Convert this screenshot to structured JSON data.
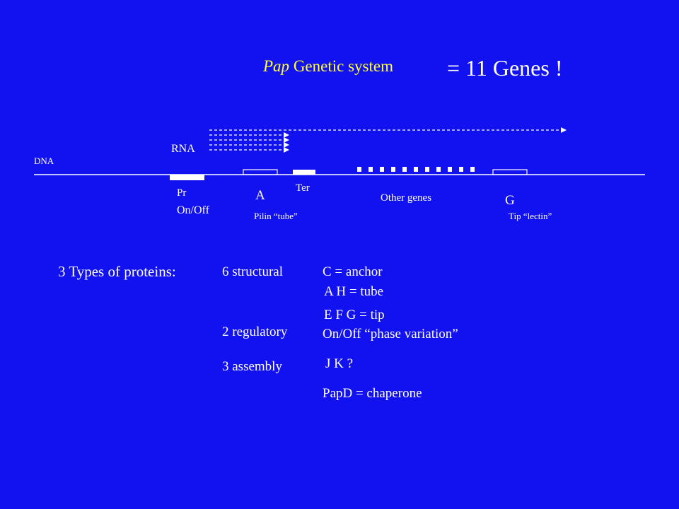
{
  "title": {
    "italic": "Pap",
    "rest": " Genetic system",
    "count": "= 11 Genes !"
  },
  "diagram": {
    "dna": "DNA",
    "rna": "RNA",
    "pr": "Pr",
    "onoff": "On/Off",
    "a": "A",
    "ter": "Ter",
    "pilin": "Pilin “tube”",
    "other_genes": "Other genes",
    "g": "G",
    "tip": "Tip “lectin”"
  },
  "proteins": {
    "heading": "3 Types of proteins:",
    "structural": "6 structural",
    "c_anchor": "C  = anchor",
    "ah_tube": "A H  = tube",
    "efg_tip": "E  F  G = tip",
    "regulatory": "2 regulatory",
    "onoff_phase": "On/Off “phase variation”",
    "assembly": "3 assembly",
    "jk": "J  K  ?",
    "papd": "PapD = chaperone"
  },
  "colors": {
    "background": "#1212f0",
    "foreground": "#ffffff"
  }
}
